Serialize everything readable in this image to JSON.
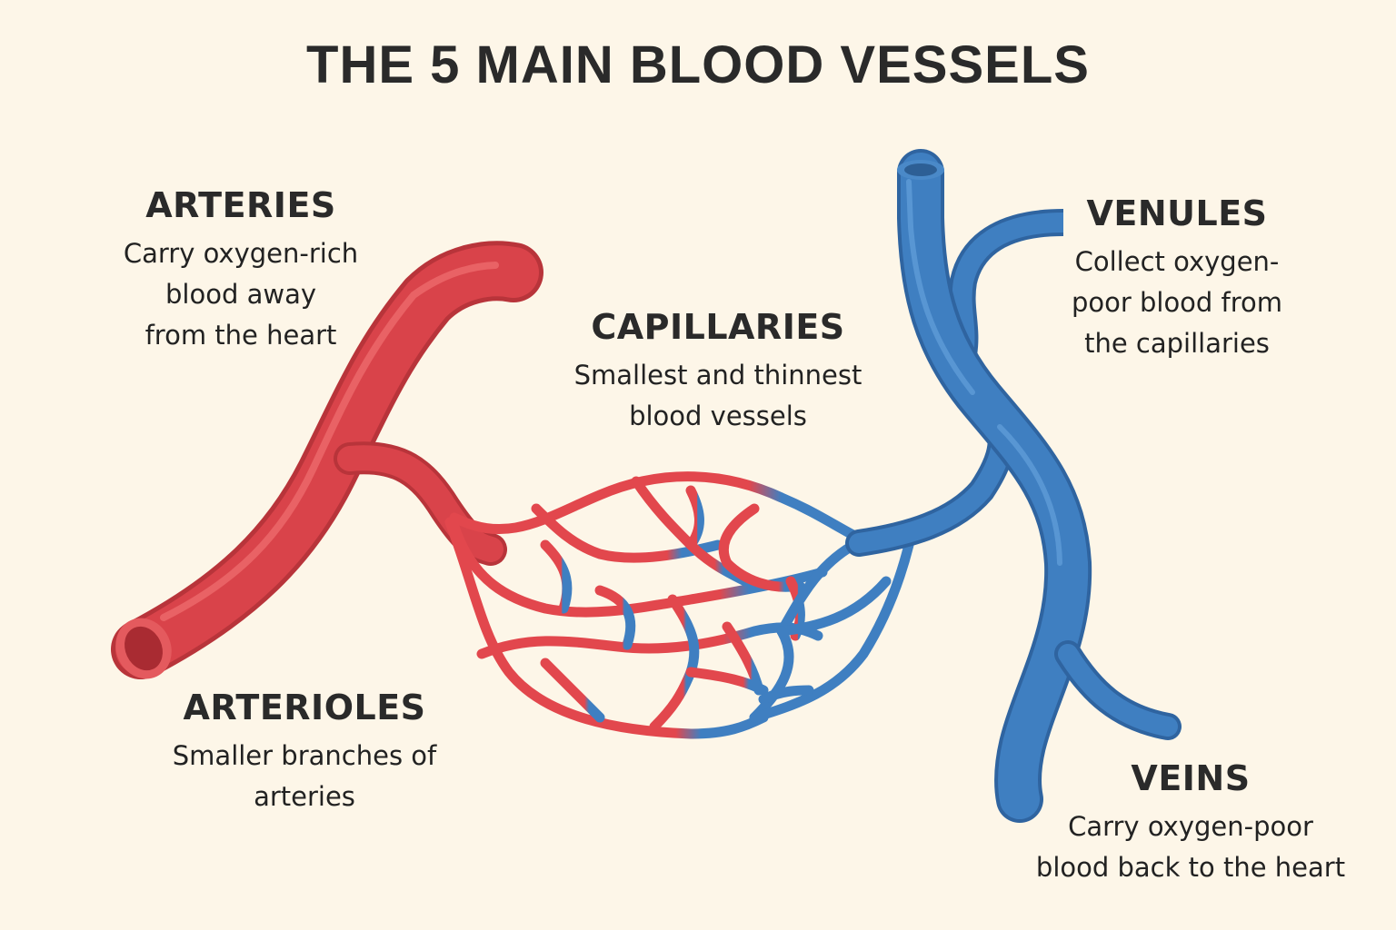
{
  "title": "THE 5 MAIN BLOOD VESSELS",
  "colors": {
    "background": "#fdf6e8",
    "artery_red": "#d9434a",
    "artery_highlight": "#ec6a6c",
    "artery_shadow": "#b8343a",
    "vein_blue": "#3f7fc1",
    "vein_highlight": "#5d9ad6",
    "vein_shadow": "#2f64a0",
    "text": "#2a2a2a"
  },
  "vessels": [
    {
      "id": "arteries",
      "heading": "ARTERIES",
      "description": "Carry oxygen-rich\nblood away\nfrom the heart",
      "color": "red"
    },
    {
      "id": "arterioles",
      "heading": "ARTERIOLES",
      "description": "Smaller branches of\narteries",
      "color": "red"
    },
    {
      "id": "capillaries",
      "heading": "CAPILLARIES",
      "description": "Smallest and thinnest\nblood vessels",
      "color": "red-to-blue"
    },
    {
      "id": "venules",
      "heading": "VENULES",
      "description": "Collect oxygen-\npoor blood from\nthe capillaries",
      "color": "blue"
    },
    {
      "id": "veins",
      "heading": "VEINS",
      "description": "Carry oxygen-poor\nblood back to the heart",
      "color": "blue"
    }
  ]
}
